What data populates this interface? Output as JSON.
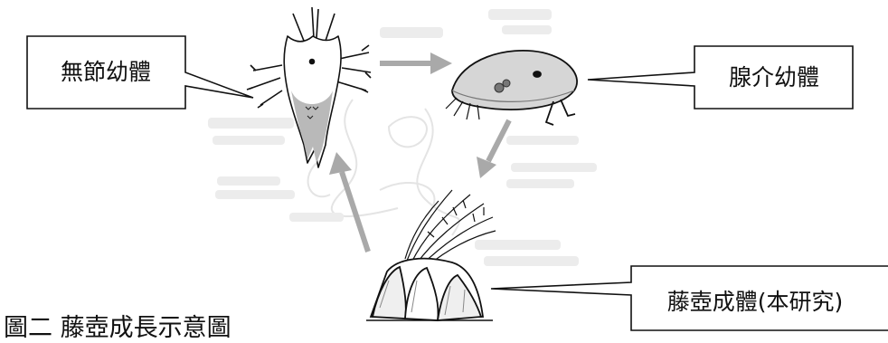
{
  "labels": {
    "nauplius": "無節幼體",
    "cyprid": "腺介幼體",
    "adult": "藤壺成體(本研究)"
  },
  "caption": "圖二  藤壺成長示意圖",
  "colors": {
    "arrow": "#a9a9a9",
    "outline": "#111111",
    "ghost": "#e6e6e6"
  }
}
